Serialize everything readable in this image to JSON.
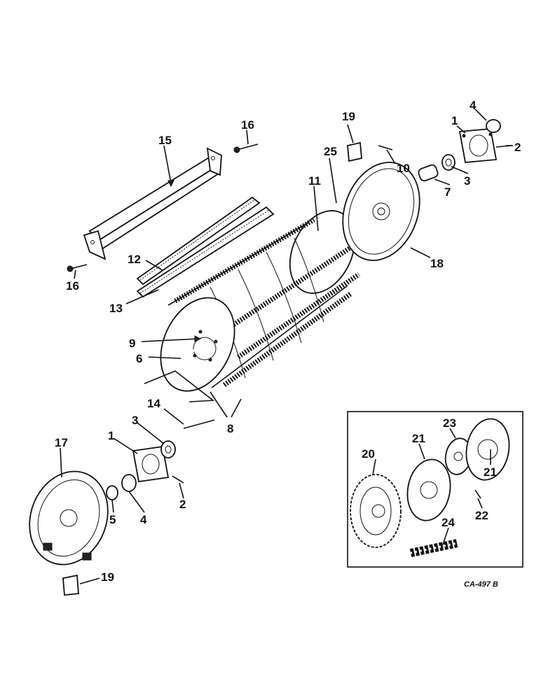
{
  "drawing_code": "CA-497 B",
  "callouts": [
    "1",
    "2",
    "3",
    "4",
    "5",
    "6",
    "7",
    "8",
    "9",
    "10",
    "11",
    "12",
    "13",
    "14",
    "15",
    "16",
    "17",
    "18",
    "19",
    "20",
    "21",
    "22",
    "23",
    "24",
    "25"
  ],
  "icons": [
    "cylinder-rasp-bar-assembly",
    "drive-sprocket",
    "roller-chain",
    "bearing-flange",
    "end-plate-disc"
  ]
}
